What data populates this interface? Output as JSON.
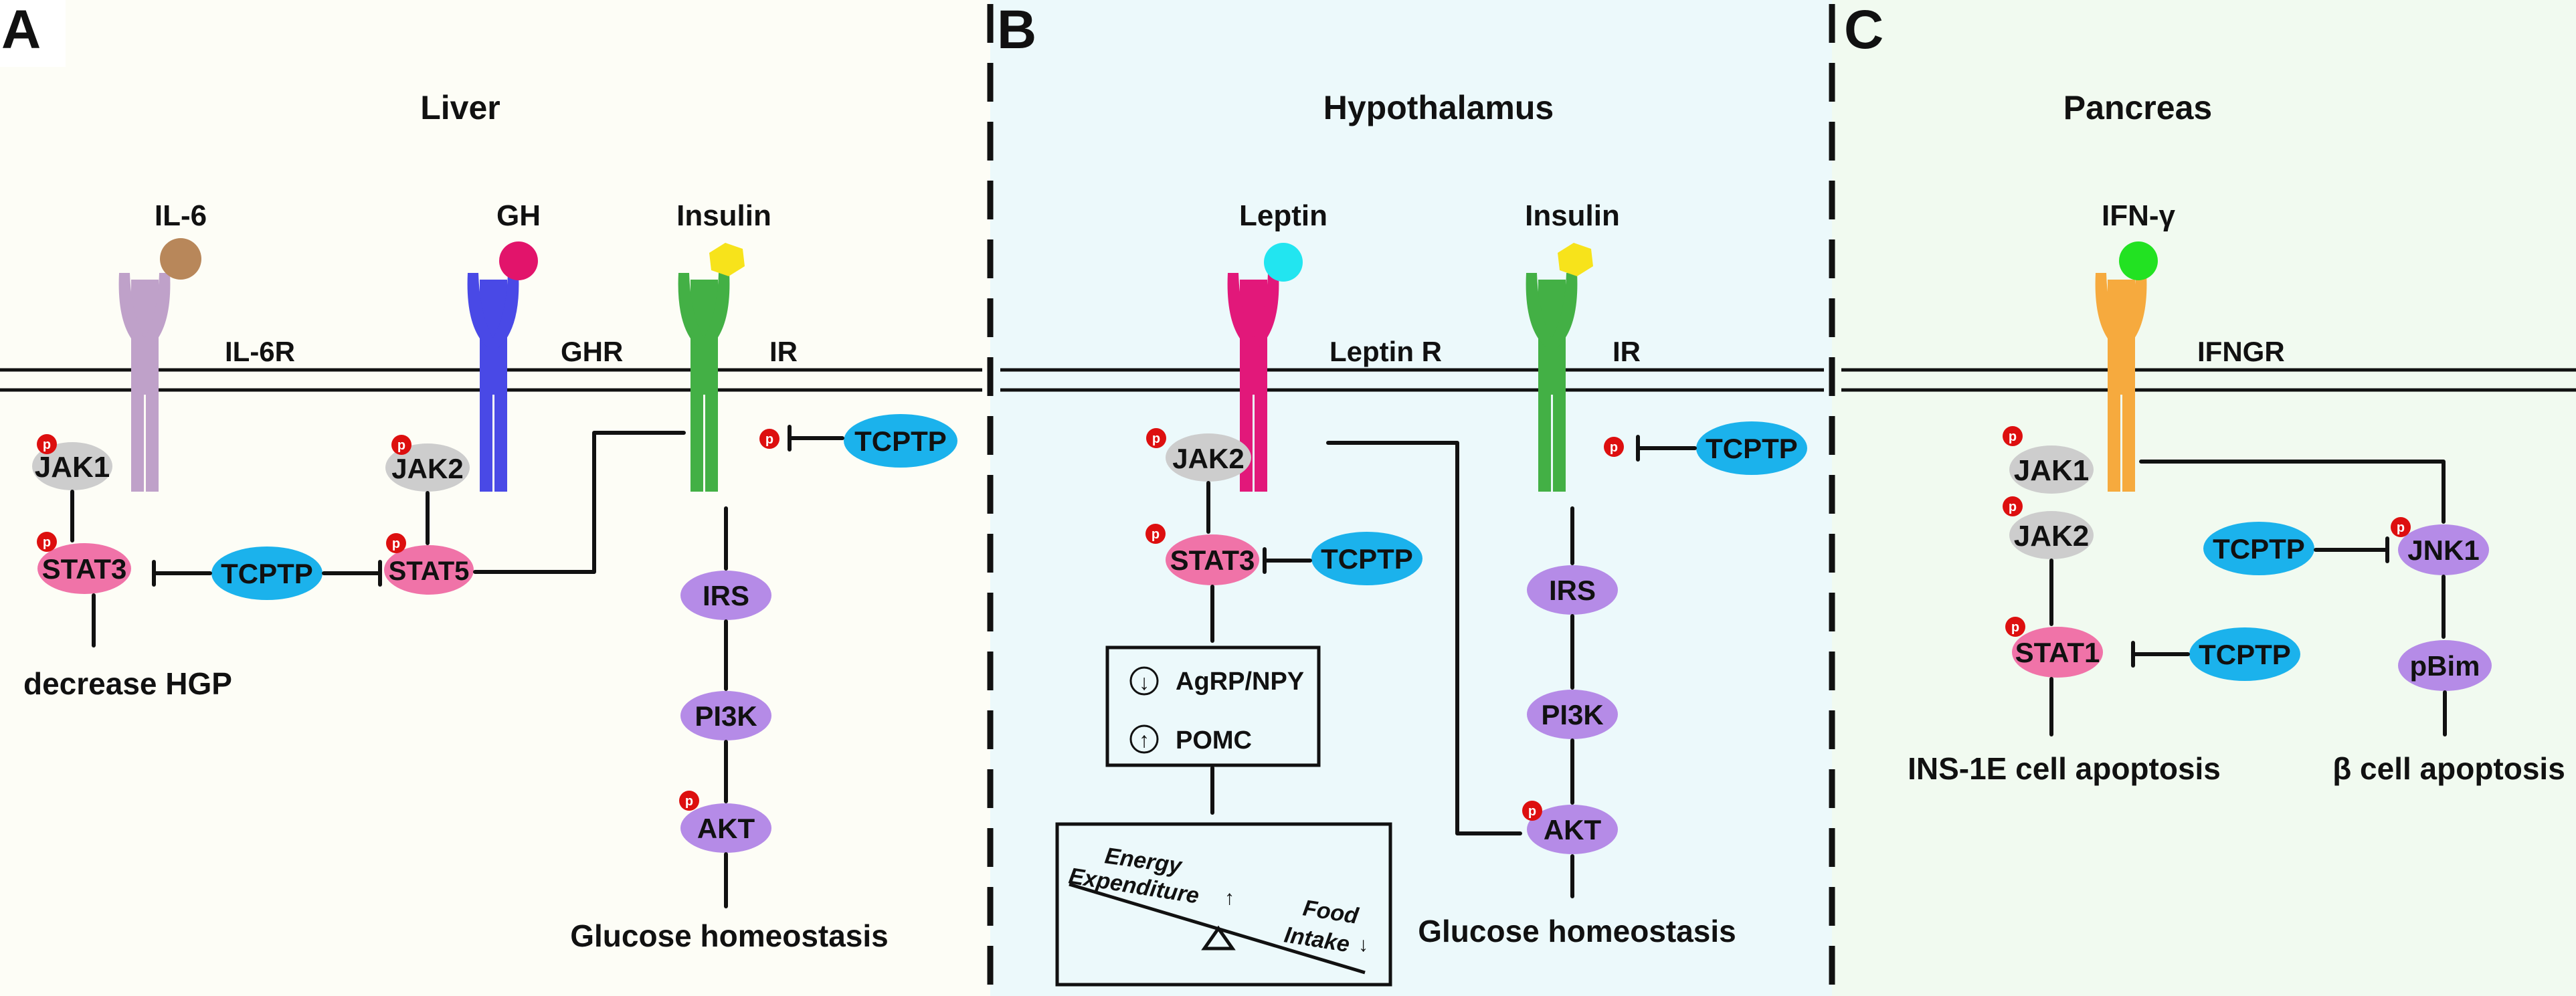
{
  "panels": {
    "a": {
      "letter": "A",
      "title": "Liver",
      "receptors": [
        {
          "ligand": "IL-6",
          "receptor": "IL-6R",
          "ligand_color": "#b8875a",
          "receptor_color": "#bfa1c9"
        },
        {
          "ligand": "GH",
          "receptor": "GHR",
          "ligand_color": "#e2146b",
          "receptor_color": "#4949e6"
        },
        {
          "ligand": "Insulin",
          "receptor": "IR",
          "ligand_color": "#f7e31b",
          "receptor_color": "#43b045"
        }
      ],
      "nodes": {
        "jak1": "JAK1",
        "jak2": "JAK2",
        "stat3": "STAT3",
        "stat5": "STAT5",
        "tcptp_mid": "TCPTP",
        "tcptp_ir": "TCPTP",
        "irs": "IRS",
        "pi3k": "PI3K",
        "akt": "AKT"
      },
      "outputs": {
        "left": "decrease HGP",
        "right": "Glucose homeostasis"
      }
    },
    "b": {
      "letter": "B",
      "title": "Hypothalamus",
      "receptors": [
        {
          "ligand": "Leptin",
          "receptor": "Leptin R",
          "ligand_color": "#22e5f0",
          "receptor_color": "#e2187a"
        },
        {
          "ligand": "Insulin",
          "receptor": "IR",
          "ligand_color": "#f7e31b",
          "receptor_color": "#43b045"
        }
      ],
      "nodes": {
        "jak2": "JAK2",
        "stat3": "STAT3",
        "tcptp_stat": "TCPTP",
        "tcptp_ir": "TCPTP",
        "irs": "IRS",
        "pi3k": "PI3K",
        "akt": "AKT"
      },
      "box": {
        "down_arrow": "↓",
        "up_arrow": "↑",
        "agrp": "AgRP/NPY",
        "pomc": "POMC"
      },
      "balance": {
        "energy": "Energy",
        "expenditure": "Expenditure",
        "up": "↑",
        "food": "Food",
        "intake": "Intake",
        "down": "↓"
      },
      "outputs": {
        "right": "Glucose homeostasis"
      }
    },
    "c": {
      "letter": "C",
      "title": "Pancreas",
      "receptors": [
        {
          "ligand": "IFN-γ",
          "receptor": "IFNGR",
          "ligand_color": "#22e222",
          "receptor_color": "#f6aa3e"
        }
      ],
      "nodes": {
        "jak1": "JAK1",
        "jak2": "JAK2",
        "stat1": "STAT1",
        "tcptp_jnk": "TCPTP",
        "tcptp_stat": "TCPTP",
        "jnk1": "JNK1",
        "pbim": "pBim"
      },
      "outputs": {
        "left": "INS-1E cell apoptosis",
        "right": "β cell apoptosis"
      }
    }
  },
  "phospho_label": "p",
  "colors": {
    "panel_a_bg": "#fdfdf6",
    "panel_b_bg": "#ecf9fb",
    "panel_c_bg": "#f1faf0",
    "jak": "#cdcdcd",
    "stat": "#f073a8",
    "tcptp": "#1bb2ec",
    "effector": "#b58be7",
    "phospho": "#dd0f0f"
  }
}
